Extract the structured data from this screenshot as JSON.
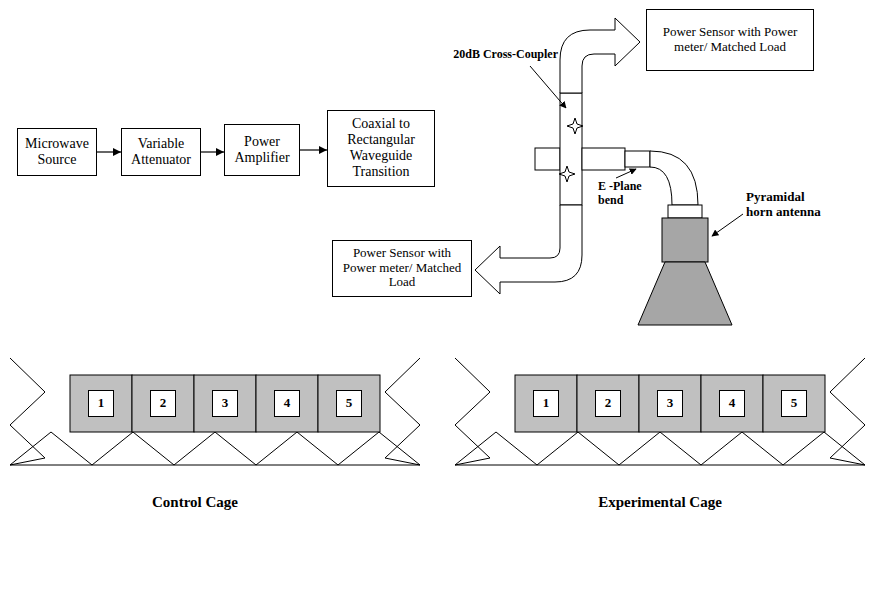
{
  "diagram": {
    "nodes": [
      {
        "text": [
          "Microwave Source"
        ]
      },
      {
        "text": [
          "Variable Attenuator"
        ]
      },
      {
        "text": [
          "Power Amplifier"
        ]
      },
      {
        "text": [
          "Coaxial to Rectangular Waveguide Transition"
        ]
      },
      {
        "text": [
          "Power Sensor with Power meter/ Matched Load"
        ]
      },
      {
        "text": [
          "Power Sensor with Power meter/ Matched Load"
        ]
      },
      {
        "text": [
          "1"
        ]
      },
      {
        "text": [
          "2"
        ]
      },
      {
        "text": [
          "3"
        ]
      },
      {
        "text": [
          "4"
        ]
      },
      {
        "text": [
          "5"
        ]
      },
      {
        "text": [
          "1"
        ]
      },
      {
        "text": [
          "2"
        ]
      },
      {
        "text": [
          "3"
        ]
      },
      {
        "text": [
          "4"
        ]
      },
      {
        "text": [
          "5"
        ]
      }
    ],
    "edges": [
      {
        "from": 0,
        "to": 1,
        "arrow": "to"
      },
      {
        "from": 1,
        "to": 2,
        "arrow": "to"
      },
      {
        "from": 2,
        "to": 3,
        "arrow": "to"
      }
    ],
    "labels": [
      "20dB Cross-Coupler",
      "E -Plane bend",
      "Pyramidal horn antenna",
      "Control Cage",
      "Experimental Cage"
    ]
  }
}
